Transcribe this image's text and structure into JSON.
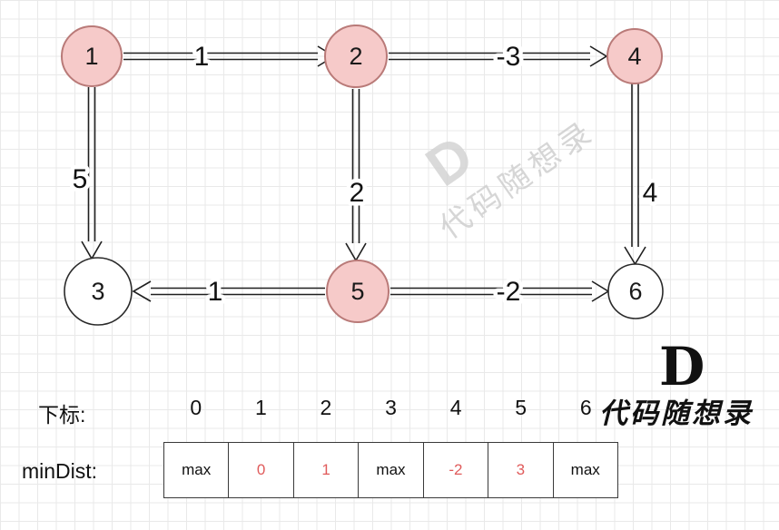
{
  "graph": {
    "nodes": [
      {
        "label": "1"
      },
      {
        "label": "2"
      },
      {
        "label": "4"
      },
      {
        "label": "3"
      },
      {
        "label": "5"
      },
      {
        "label": "6"
      }
    ],
    "edges": [
      {
        "from": "1",
        "to": "2",
        "weight": "1"
      },
      {
        "from": "2",
        "to": "4",
        "weight": "-3"
      },
      {
        "from": "1",
        "to": "3",
        "weight": "5"
      },
      {
        "from": "2",
        "to": "5",
        "weight": "2"
      },
      {
        "from": "4",
        "to": "6",
        "weight": "4"
      },
      {
        "from": "5",
        "to": "3",
        "weight": "1"
      },
      {
        "from": "5",
        "to": "6",
        "weight": "-2"
      }
    ]
  },
  "watermark": {
    "logo": "D",
    "text": "代码随想录"
  },
  "brand": {
    "logo": "D",
    "name": "代码随想录"
  },
  "table": {
    "index_label": "下标:",
    "indices": [
      "0",
      "1",
      "2",
      "3",
      "4",
      "5",
      "6"
    ],
    "mindist_label": "minDist:",
    "cells": [
      {
        "value": "max",
        "highlight": false
      },
      {
        "value": "0",
        "highlight": true
      },
      {
        "value": "1",
        "highlight": true
      },
      {
        "value": "max",
        "highlight": false
      },
      {
        "value": "-2",
        "highlight": true
      },
      {
        "value": "3",
        "highlight": true
      },
      {
        "value": "max",
        "highlight": false
      }
    ]
  },
  "colors": {
    "node_fill": "#f6cac9",
    "node_stroke": "#b97a78",
    "highlight_text": "#e05b5b"
  }
}
